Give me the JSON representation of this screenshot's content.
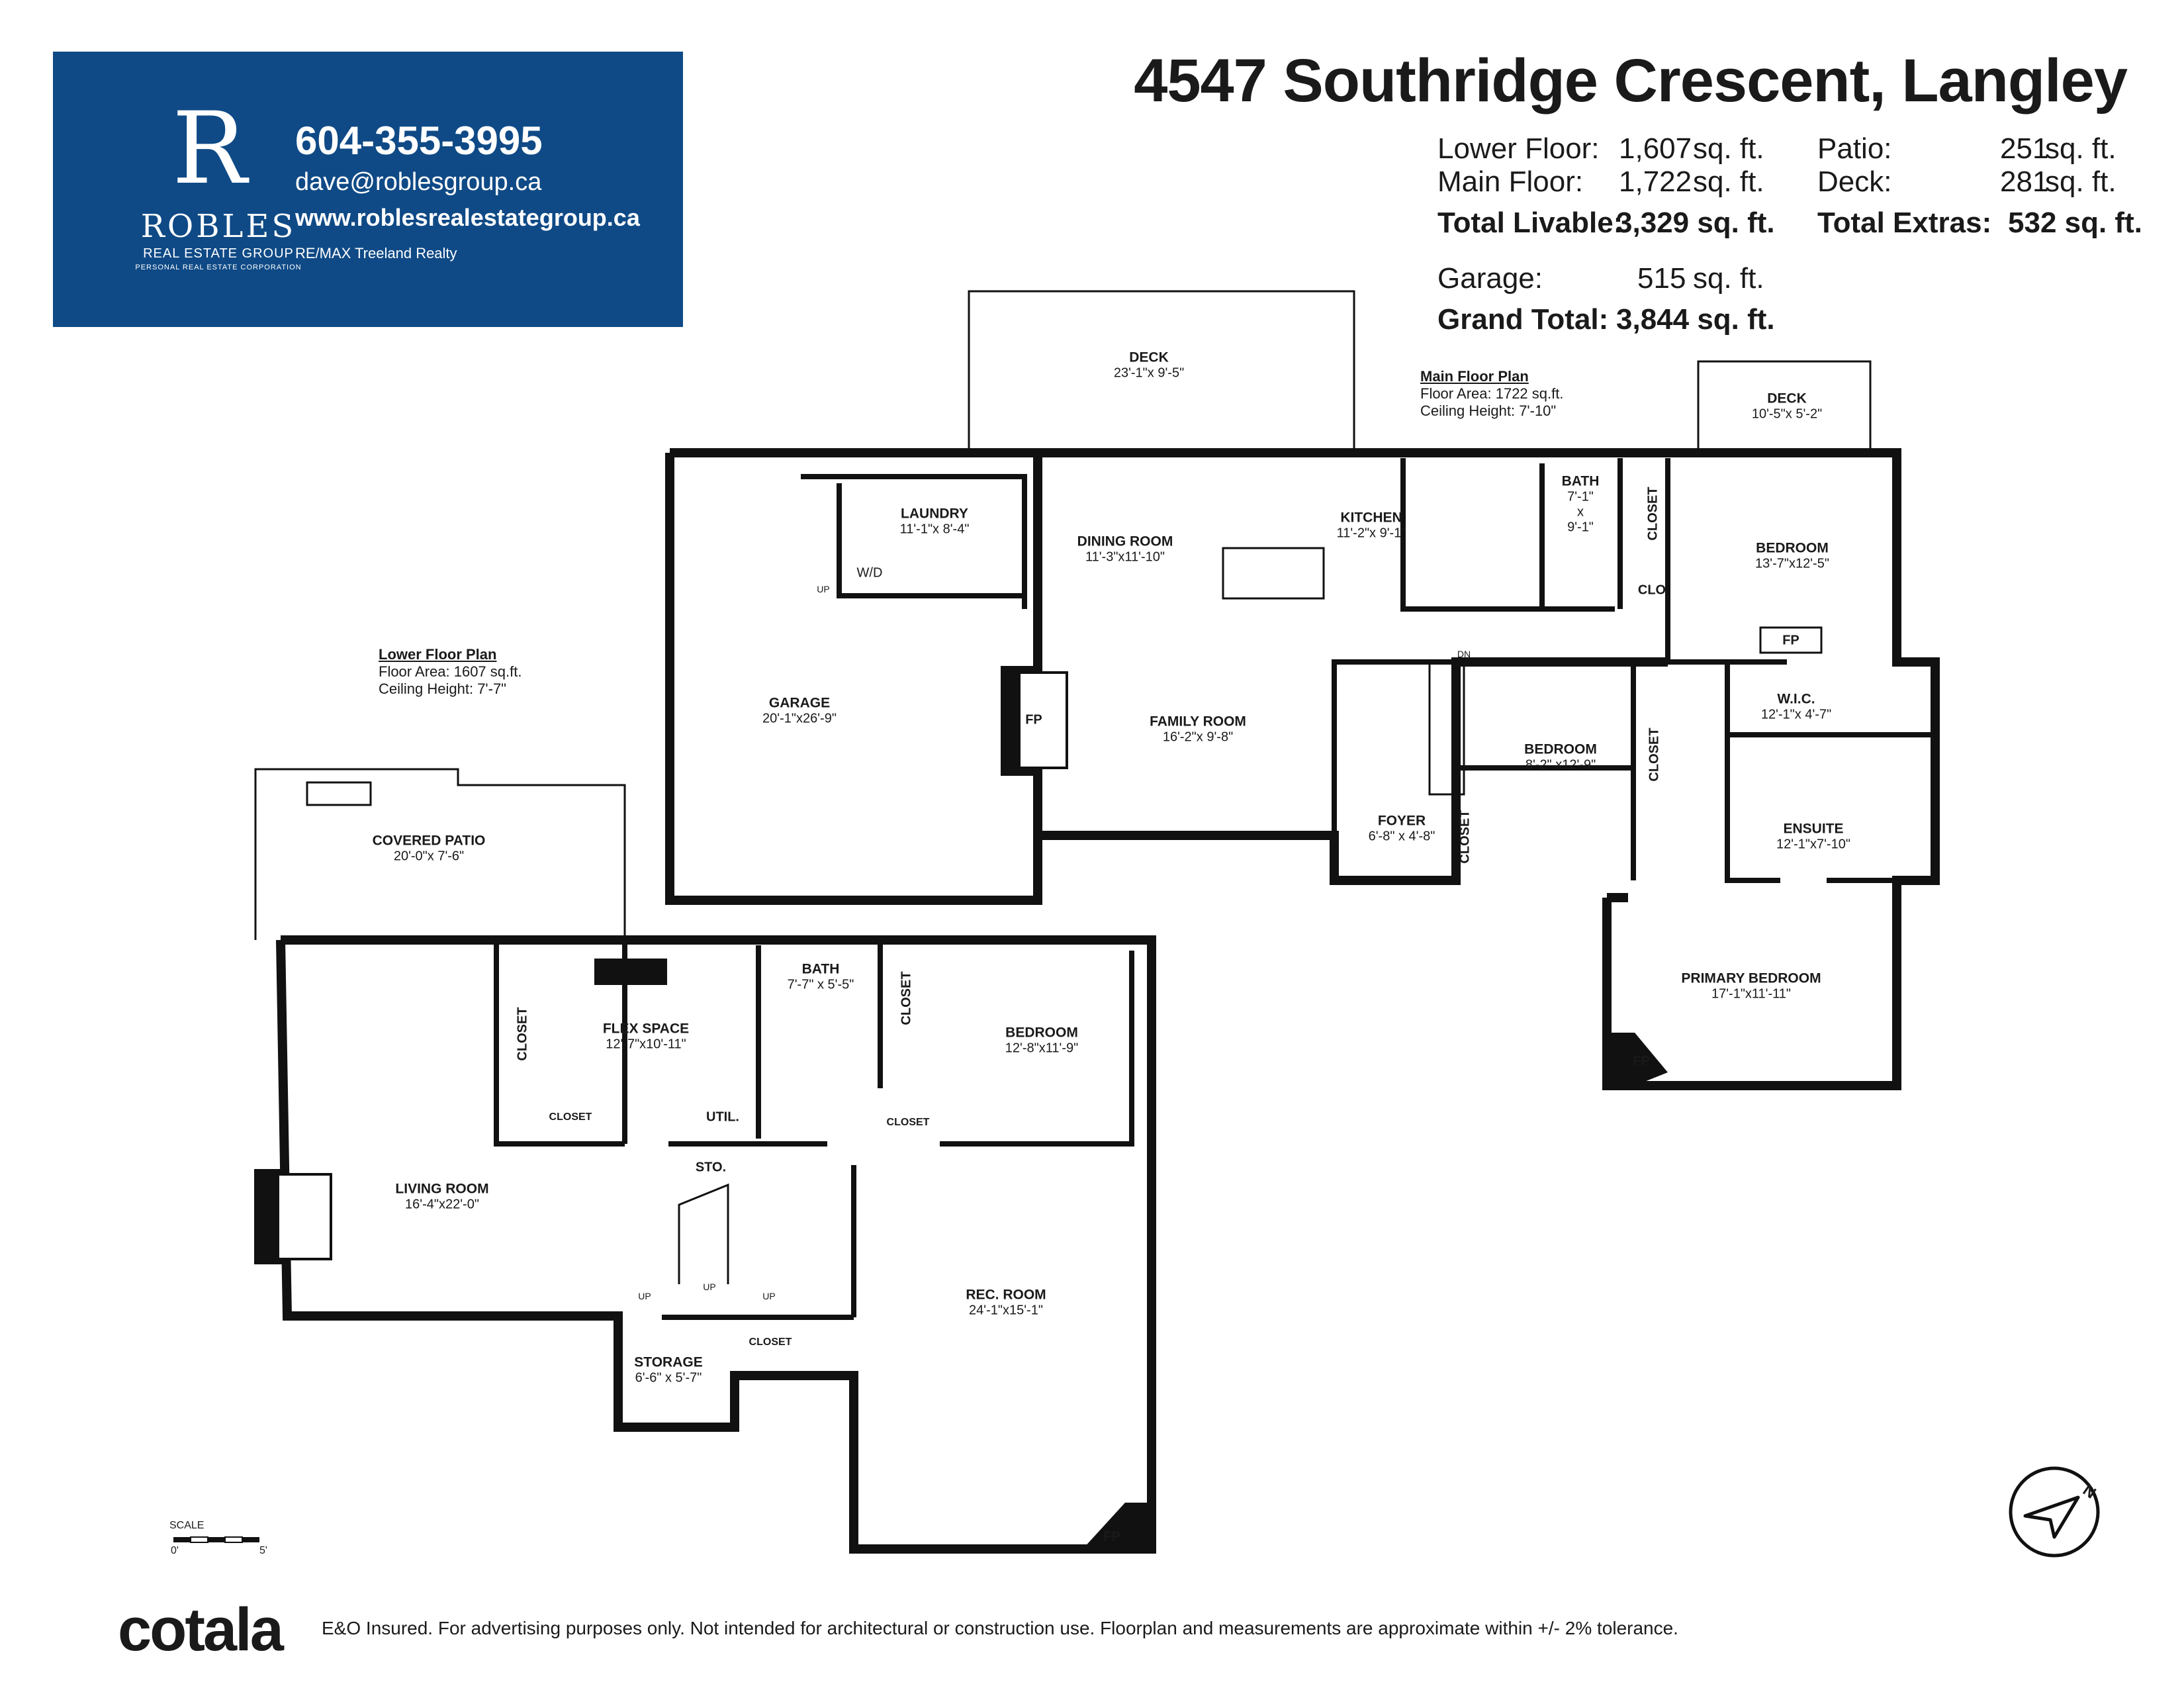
{
  "agency": {
    "logo_letter": "R",
    "name": "ROBLES",
    "subtitle": "REAL ESTATE GROUP",
    "corp": "PERSONAL REAL ESTATE CORPORATION",
    "phone": "604-355-3995",
    "email": "dave@roblesgroup.ca",
    "website": "www.roblesrealestategroup.ca",
    "office": "RE/MAX Treeland Realty",
    "color": "#0f4a86"
  },
  "title": "4547 Southridge Crescent, Langley",
  "summary": {
    "lower_label": "Lower Floor:",
    "lower_value": "1,607",
    "lower_unit": "sq. ft.",
    "main_label": "Main Floor:",
    "main_value": "1,722",
    "main_unit": "sq. ft.",
    "livable_label": "Total Livable:",
    "livable_value": "3,329 sq. ft.",
    "garage_label": "Garage:",
    "garage_value": "515",
    "garage_unit": "sq. ft.",
    "grand_label": "Grand Total:",
    "grand_value": "3,844 sq. ft.",
    "patio_label": "Patio:",
    "patio_value": "251",
    "patio_unit": "sq. ft.",
    "deck_label": "Deck:",
    "deck_value": "281",
    "deck_unit": "sq. ft.",
    "extras_label": "Total Extras:",
    "extras_value": "532 sq. ft."
  },
  "main_plan": {
    "title": "Main Floor Plan",
    "area": "Floor Area: 1722 sq.ft.",
    "ceiling": "Ceiling Height: 7'-10\""
  },
  "lower_plan": {
    "title": "Lower Floor Plan",
    "area": "Floor Area: 1607 sq.ft.",
    "ceiling": "Ceiling Height: 7'-7\""
  },
  "rooms": {
    "deck_main": {
      "name": "DECK",
      "dim": "23'-1\"x 9'-5\""
    },
    "deck_right": {
      "name": "DECK",
      "dim": "10'-5\"x 5'-2\""
    },
    "laundry": {
      "name": "LAUNDRY",
      "dim": "11'-1\"x 8'-4\""
    },
    "dining": {
      "name": "DINING ROOM",
      "dim": "11'-3\"x11'-10\""
    },
    "kitchen": {
      "name": "KITCHEN",
      "dim": "11'-2\"x 9'-1\""
    },
    "bath_main": {
      "name": "BATH",
      "dim1": "7'-1\"",
      "dim2": "x",
      "dim3": "9'-1\""
    },
    "bedroom_ne": {
      "name": "BEDROOM",
      "dim": "13'-7\"x12'-5\""
    },
    "garage": {
      "name": "GARAGE",
      "dim": "20'-1\"x26'-9\""
    },
    "family": {
      "name": "FAMILY ROOM",
      "dim": "16'-2\"x 9'-8\""
    },
    "bedroom_mid": {
      "name": "BEDROOM",
      "dim": "8'-2\" x12'-9\""
    },
    "wic": {
      "name": "W.I.C.",
      "dim": "12'-1\"x 4'-7\""
    },
    "foyer": {
      "name": "FOYER",
      "dim": "6'-8\" x 4'-8\""
    },
    "ensuite": {
      "name": "ENSUITE",
      "dim": "12'-1\"x7'-10\""
    },
    "primary": {
      "name": "PRIMARY BEDROOM",
      "dim": "17'-1\"x11'-11\""
    },
    "covered_patio": {
      "name": "COVERED PATIO",
      "dim": "20'-0\"x 7'-6\""
    },
    "flex": {
      "name": "FLEX SPACE",
      "dim": "12'-7\"x10'-11\""
    },
    "bath_lower": {
      "name": "BATH",
      "dim": "7'-7\" x 5'-5\""
    },
    "bedroom_lower": {
      "name": "BEDROOM",
      "dim": "12'-8\"x11'-9\""
    },
    "living": {
      "name": "LIVING ROOM",
      "dim": "16'-4\"x22'-0\""
    },
    "rec": {
      "name": "REC. ROOM",
      "dim": "24'-1\"x15'-1\""
    },
    "storage": {
      "name": "STORAGE",
      "dim": "6'-6\" x 5'-7\""
    }
  },
  "labels": {
    "closet": "CLOSET",
    "clo": "CLO",
    "fp": "FP",
    "wd": "W/D",
    "up": "UP",
    "dn": "DN",
    "util": "UTIL.",
    "sto": "STO."
  },
  "scale": {
    "label": "SCALE",
    "zero": "0'",
    "five": "5'"
  },
  "compass_letter": "N",
  "footer": {
    "logo": "cotala",
    "disclaimer": "E&O Insured. For advertising purposes only. Not intended for architectural or construction use. Floorplan and measurements are approximate within +/- 2% tolerance."
  }
}
